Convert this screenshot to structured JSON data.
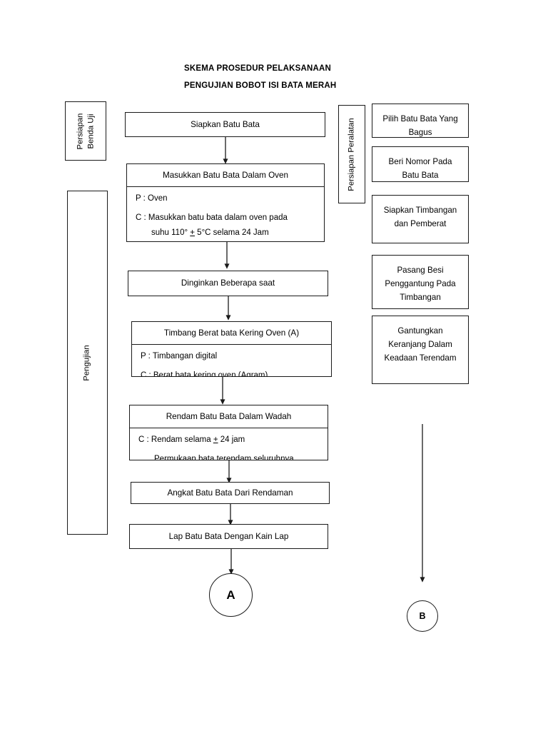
{
  "title": {
    "line1": "SKEMA PROSEDUR PELAKSANAAN",
    "line2": "PENGUJIAN BOBOT ISI BATA MERAH"
  },
  "vertical_labels": {
    "preparation_specimen": "Persiapan\nBenda Uji",
    "testing": "Pengujian",
    "preparation_equipment": "Persiapan Peralatan"
  },
  "flow_steps": [
    {
      "id": "siapkan-batu-bata",
      "header": "Siapkan Batu Bata",
      "body": []
    },
    {
      "id": "masukkan-oven",
      "header": "Masukkan Batu Bata Dalam Oven",
      "body": [
        "P : Oven",
        "C : Masukkan batu bata dalam oven pada",
        "suhu 110° ± 5°C selama 24 Jam"
      ]
    },
    {
      "id": "dinginkan",
      "header": "Dinginkan Beberapa saat",
      "body": []
    },
    {
      "id": "timbang-kering-oven",
      "header": "Timbang Berat bata Kering Oven (A)",
      "body": [
        "P : Timbangan digital",
        "C : Berat bata kering oven (Agram)"
      ]
    },
    {
      "id": "rendam",
      "header": "Rendam Batu Bata Dalam Wadah",
      "body": [
        "C : Rendam selama ± 24 jam",
        "Permukaan bata terendam seluruhnya"
      ]
    },
    {
      "id": "angkat",
      "header": "Angkat Batu Bata Dari Rendaman",
      "body": []
    },
    {
      "id": "lap",
      "header": "Lap Batu Bata Dengan Kain Lap",
      "body": []
    }
  ],
  "step_text": {
    "oven_p": "P : Oven",
    "oven_c_line1": "C : Masukkan batu bata dalam oven pada",
    "oven_c_line2_pre": "suhu 110° ",
    "oven_c_line2_pm": "+",
    "oven_c_line2_post": " 5°C selama 24 Jam",
    "timbang_p": "P : Timbangan digital",
    "timbang_c": "C : Berat bata kering oven (Agram)",
    "rendam_c_pre": "C : Rendam selama ",
    "rendam_c_pm": "+",
    "rendam_c_post": " 24 jam",
    "rendam_c_line2": "Permukaan bata terendam seluruhnya"
  },
  "equipment_steps": [
    {
      "id": "pilih-batu-bata",
      "label": "Pilih Batu Bata Yang\nBagus"
    },
    {
      "id": "beri-nomor",
      "label": "Beri Nomor Pada\nBatu Bata"
    },
    {
      "id": "siapkan-timbangan",
      "label": "Siapkan Timbangan\ndan Pemberat"
    },
    {
      "id": "pasang-besi",
      "label": "Pasang Besi\nPenggantung Pada\nTimbangan"
    },
    {
      "id": "gantungkan-keranjang",
      "label": "Gantungkan\nKeranjang Dalam\nKeadaan Terendam"
    }
  ],
  "connectors": [
    {
      "id": "connector-a",
      "label": "A"
    },
    {
      "id": "connector-b",
      "label": "B"
    }
  ],
  "colors": {
    "stroke": "#1a1a1a",
    "background": "#ffffff",
    "text": "#000000"
  }
}
